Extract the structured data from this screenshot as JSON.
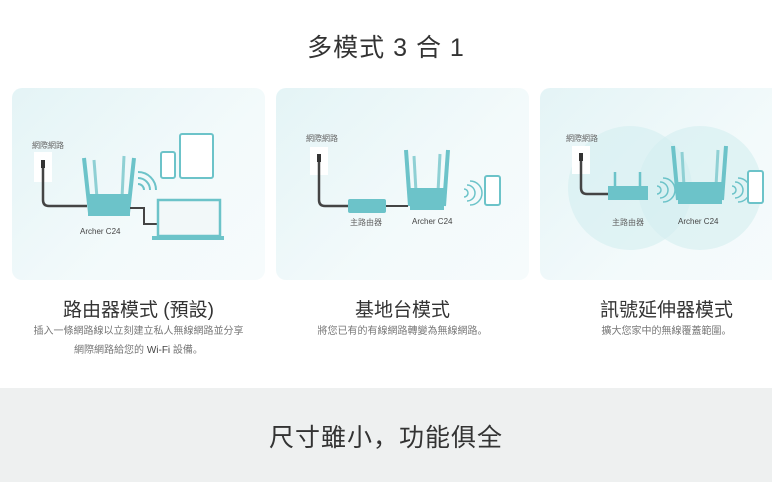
{
  "heading": "多模式 3 合 1",
  "modes": [
    {
      "title": "路由器模式 (預設)",
      "desc_line1": "插入一條網路線以立刻建立私人無線網路並分享",
      "desc_line2_pre": "網際網路給您的 ",
      "desc_line2_bold": "Wi-Fi",
      "desc_line2_post": " 設備。",
      "internet_label": "網際網路",
      "device_label": "Archer C24"
    },
    {
      "title": "基地台模式",
      "desc": "將您已有的有線網路轉變為無線網路。",
      "internet_label": "網際網路",
      "main_router_label": "主路由器",
      "device_label": "Archer C24"
    },
    {
      "title": "訊號延伸器模式",
      "desc": "擴大您家中的無線覆蓋範圍。",
      "internet_label": "網際網路",
      "main_router_label": "主路由器",
      "device_label": "Archer C24"
    }
  ],
  "section2_heading": "尺寸雖小，功能俱全",
  "colors": {
    "accent": "#5fbcc4",
    "band": "#eef0f0"
  }
}
